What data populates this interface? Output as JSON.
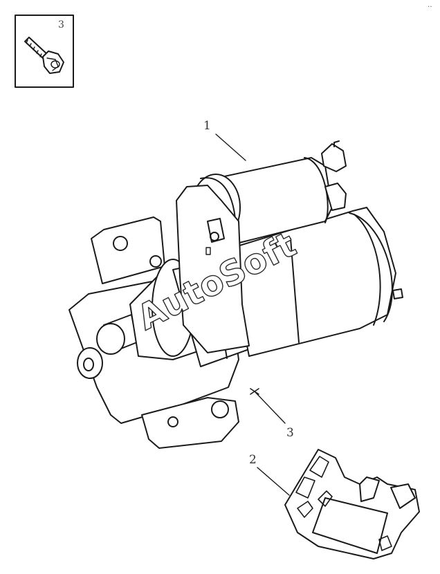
{
  "corner_mark": "‥",
  "inset": {
    "part_number": "3",
    "icon": "bolt-icon"
  },
  "callouts": {
    "starter": "1",
    "bracket": "2",
    "bolt": "3"
  },
  "watermark": "AutoSoft",
  "colors": {
    "line": "#1a1a1a",
    "paper": "#ffffff",
    "watermark_fill": "#ffffff",
    "watermark_stroke": "#2a2a2a"
  }
}
